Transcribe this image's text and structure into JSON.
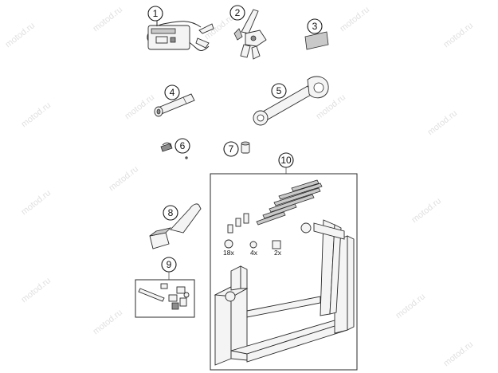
{
  "watermark": "motod.ru",
  "callouts": {
    "c1": "1",
    "c2": "2",
    "c3": "3",
    "c4": "4",
    "c5": "5",
    "c6": "6",
    "c7": "7",
    "c8": "8",
    "c9": "9",
    "c10": "10"
  },
  "quantities": {
    "q1": "18x",
    "q2": "4x",
    "q3": "2x"
  }
}
